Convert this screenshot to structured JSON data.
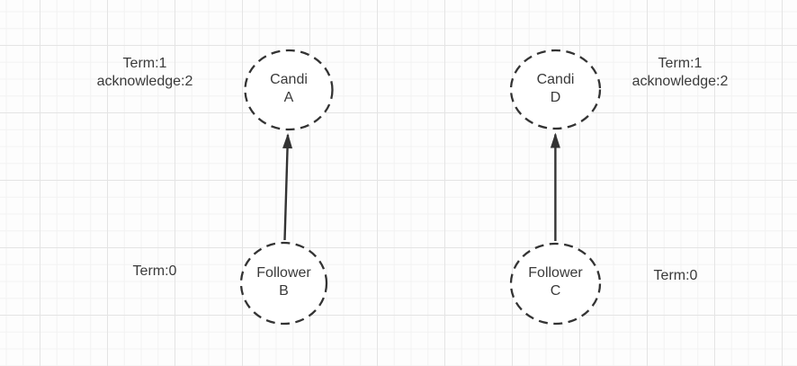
{
  "diagram": {
    "tool": "grid-diagram-canvas",
    "nodes": [
      {
        "id": "A",
        "role": "candidate",
        "label": "Candi\nA"
      },
      {
        "id": "B",
        "role": "follower",
        "label": "Follower\nB"
      },
      {
        "id": "D",
        "role": "candidate",
        "label": "Candi\nD"
      },
      {
        "id": "C",
        "role": "follower",
        "label": "Follower\nC"
      }
    ],
    "edges": [
      {
        "from": "B",
        "to": "A",
        "style": "solid-arrow"
      },
      {
        "from": "C",
        "to": "D",
        "style": "solid-arrow"
      }
    ],
    "annotations": [
      {
        "id": "left-candidate-state",
        "text": "Term:1\nacknowledge:2"
      },
      {
        "id": "right-candidate-state",
        "text": "Term:1\nacknowledge:2"
      },
      {
        "id": "left-follower-state",
        "text": "Term:0"
      },
      {
        "id": "right-follower-state",
        "text": "Term:0"
      }
    ],
    "colors": {
      "stroke": "#333333",
      "text": "#3a3a3a",
      "node_fill": "#ffffff",
      "grid_minor": "#f2f2f2",
      "grid_major": "#e4e4e4",
      "background": "#fdfdfd"
    }
  }
}
